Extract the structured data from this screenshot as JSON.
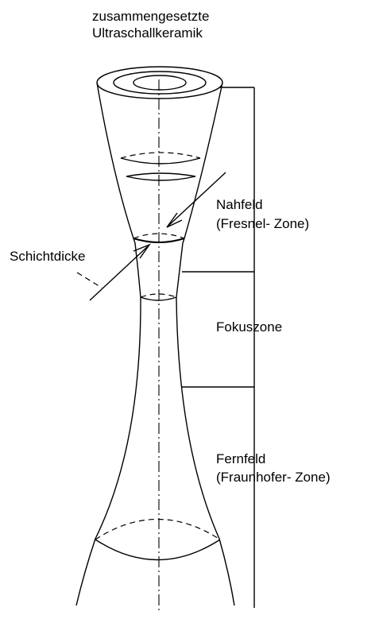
{
  "title": {
    "line1": "zusammengesetzte",
    "line2": "Ultraschallkeramik"
  },
  "labels": {
    "nearfield_line1": "Nahfeld",
    "nearfield_line2": "(Fresnel- Zone)",
    "focus": "Fokuszone",
    "farfield_line1": "Fernfeld",
    "farfield_line2": "(Fraunhofer- Zone)",
    "layer": "Schichtdicke"
  },
  "colors": {
    "line": "#000000",
    "background": "#ffffff"
  }
}
